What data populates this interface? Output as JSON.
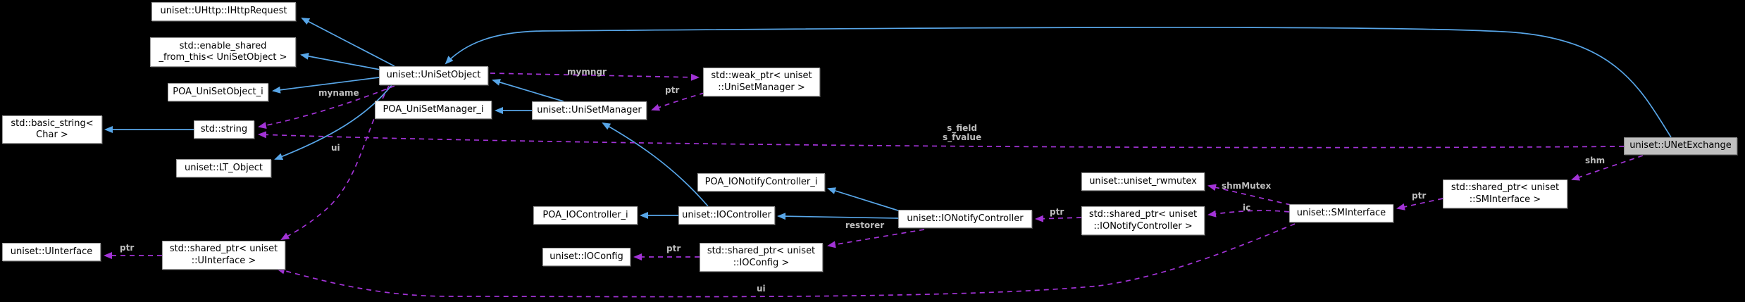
{
  "diagram_type": "collaboration-graph",
  "colors": {
    "background": "#000000",
    "node_fill": "#ffffff",
    "node_border": "#9b9b9b",
    "node_text": "#000000",
    "main_node_fill": "#bfbfbf",
    "inheritance_edge": "#58a6e8",
    "usage_edge": "#a233d6",
    "edge_label": "#bdbdbd"
  },
  "nodes": {
    "ihttprequest": "uniset::UHttp::IHttpRequest",
    "enable_shared": "std::enable_shared\n_from_this< UniSetObject >",
    "poa_unisetobject_i": "POA_UniSetObject_i",
    "unisetobject": "uniset::UniSetObject",
    "basic_string": "std::basic_string<\nChar >",
    "std_string": "std::string",
    "lt_object": "uniset::LT_Object",
    "poa_unisetmanager_i": "POA_UniSetManager_i",
    "unisetmanager": "uniset::UniSetManager",
    "weak_ptr_unisetmanager": "std::weak_ptr< uniset\n::UniSetManager >",
    "poa_ionotifycontroller_i": "POA_IONotifyController_i",
    "poa_iocontroller_i": "POA_IOController_i",
    "iocontroller": "uniset::IOController",
    "ionotifycontroller": "uniset::IONotifyController",
    "uniset_rwmutex": "uniset::uniset_rwmutex",
    "shared_ptr_ionotifycontroller": "std::shared_ptr< uniset\n::IONotifyController >",
    "sminterface": "uniset::SMInterface",
    "shared_ptr_sminterface": "std::shared_ptr< uniset\n::SMInterface >",
    "unetexchange": "uniset::UNetExchange",
    "uinterface": "uniset::UInterface",
    "shared_ptr_uinterface": "std::shared_ptr< uniset\n::UInterface >",
    "ioconfig": "uniset::IOConfig",
    "shared_ptr_ioconfig": "std::shared_ptr< uniset\n::IOConfig >"
  },
  "edge_labels": {
    "mymngr": "mymngr",
    "ptr_weakmngr": "ptr",
    "myname": "myname",
    "ui_unisetobject": "ui",
    "s_field": "s_field\ns_fvalue",
    "shm": "shm",
    "ptr_sminterface": "ptr",
    "shmMutex": "shmMutex",
    "ic": "ic",
    "ptr_ionotify": "ptr",
    "restorer": "restorer",
    "ptr_ioconfig": "ptr",
    "ptr_uinterface": "ptr",
    "ui_sminterface": "ui"
  }
}
